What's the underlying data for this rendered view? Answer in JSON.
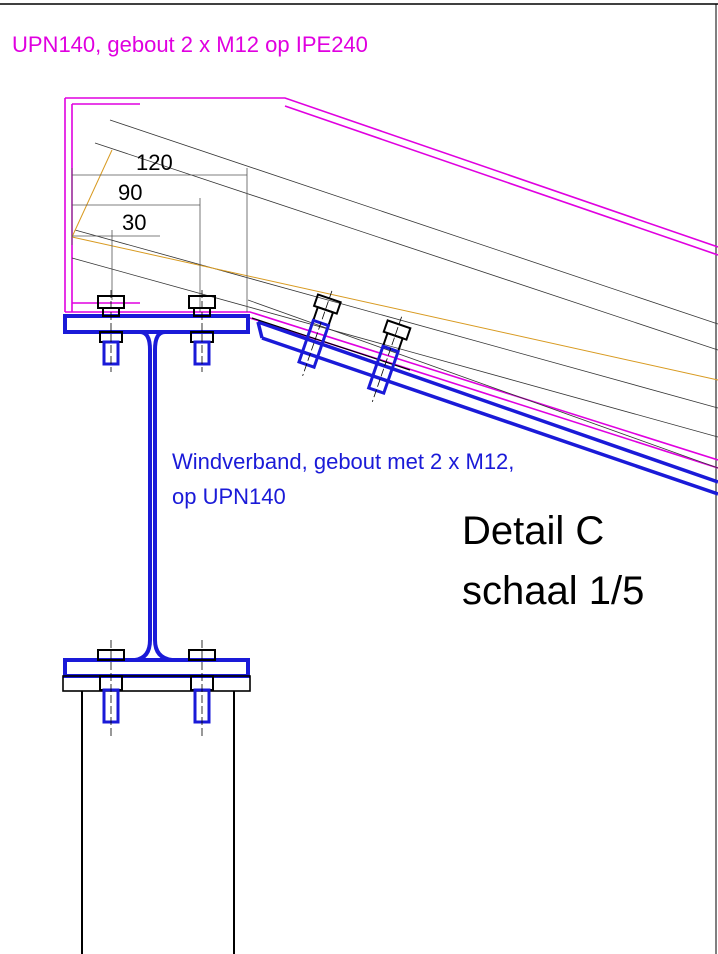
{
  "notes": {
    "upn_note": "UPN140, gebout 2 x M12 op IPE240",
    "wind_line1": "Windverband, gebout met 2 x M12,",
    "wind_line2": "op UPN140"
  },
  "detail": {
    "title": "Detail C",
    "scale": "schaal 1/5"
  },
  "dimensions": {
    "d120": "120",
    "d90": "90",
    "d30": "30"
  },
  "colors": {
    "upn": "#e000e0",
    "ipe": "#1a1ad8",
    "line": "#000000",
    "center": "#d89a20",
    "dim": "#555555"
  }
}
